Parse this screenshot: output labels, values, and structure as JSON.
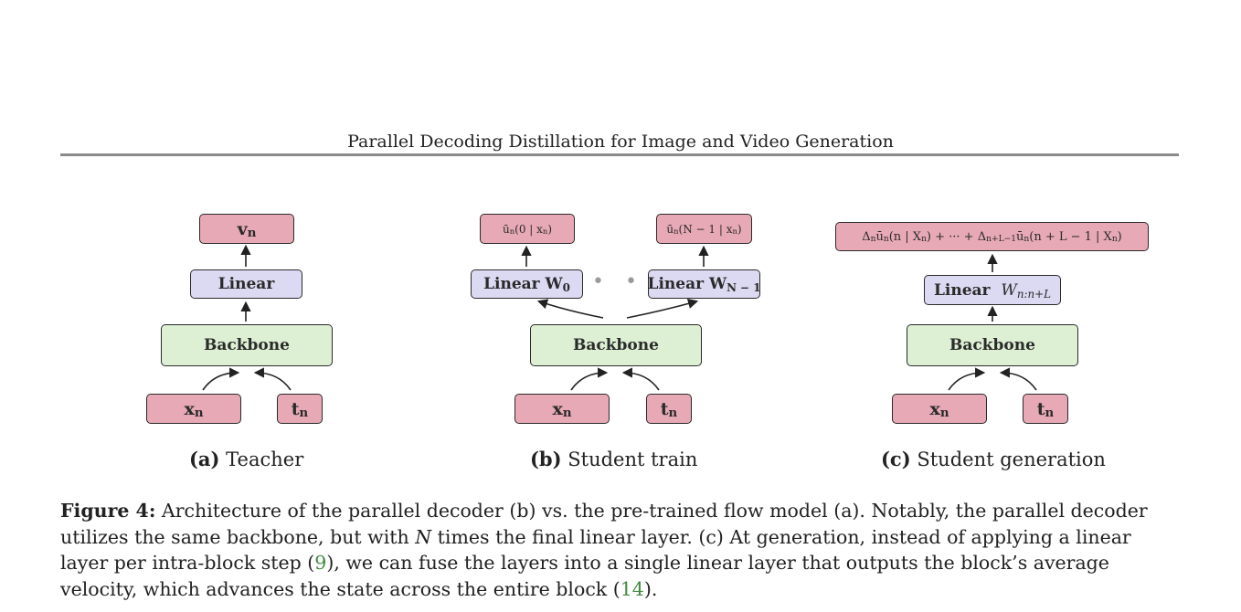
{
  "header": {
    "title": "Parallel Decoding Distillation for Image and Video Generation"
  },
  "panel_a": {
    "output": "v",
    "output_sub": "n",
    "linear": "Linear",
    "backbone": "Backbone",
    "input_x": "x",
    "input_x_sub": "n",
    "input_t": "t",
    "input_t_sub": "n",
    "caption_label": "(a)",
    "caption_text": "Teacher"
  },
  "panel_b": {
    "output_first": "ū",
    "output_first_sub": "n",
    "output_first_args": "(0 | x",
    "output_first_args_sub": "n",
    "output_first_close": ")",
    "output_last": "ū",
    "output_last_sub": "n",
    "output_last_args": "(N − 1 | x",
    "output_last_args_sub": "n",
    "output_last_close": ")",
    "linear_first": "Linear W",
    "linear_first_sub": "0",
    "linear_last": "Linear W",
    "linear_last_sub": "N − 1",
    "dots": "• • •",
    "backbone": "Backbone",
    "input_x": "x",
    "input_x_sub": "n",
    "input_t": "t",
    "input_t_sub": "n",
    "caption_label": "(b)",
    "caption_text": "Student train"
  },
  "panel_c": {
    "output_part1": "Δ",
    "output_part1_sub": "n",
    "output_part2": " ū",
    "output_part2_sub": "n",
    "output_part3": "(n | X",
    "output_part3_sub": "n",
    "output_part4": ") + ··· + Δ",
    "output_part4_sub": "n+L−1",
    "output_part5": " ū",
    "output_part5_sub": "n",
    "output_part6": "(n + L − 1 | X",
    "output_part6_sub": "n",
    "output_part7": ")",
    "linear": "Linear",
    "linear_w": "W",
    "linear_w_sub": "n:n+L",
    "backbone": "Backbone",
    "input_x": "x",
    "input_x_sub": "n",
    "input_t": "t",
    "input_t_sub": "n",
    "caption_label": "(c)",
    "caption_text": "Student generation"
  },
  "caption": {
    "label": "Figure 4:",
    "text1": " Architecture of the parallel decoder (b) vs. the pre-trained flow model (a). Notably, the parallel decoder utilizes the same backbone, but with ",
    "n_symbol": "N",
    "text2": " times the final linear layer. (c) At generation, instead of applying a linear layer per intra-block step (",
    "ref1": "9",
    "text3": "), we can fuse the layers into a single linear layer that outputs the block’s average velocity, which advances the state across the entire block (",
    "ref2": "14",
    "text4": ")."
  }
}
